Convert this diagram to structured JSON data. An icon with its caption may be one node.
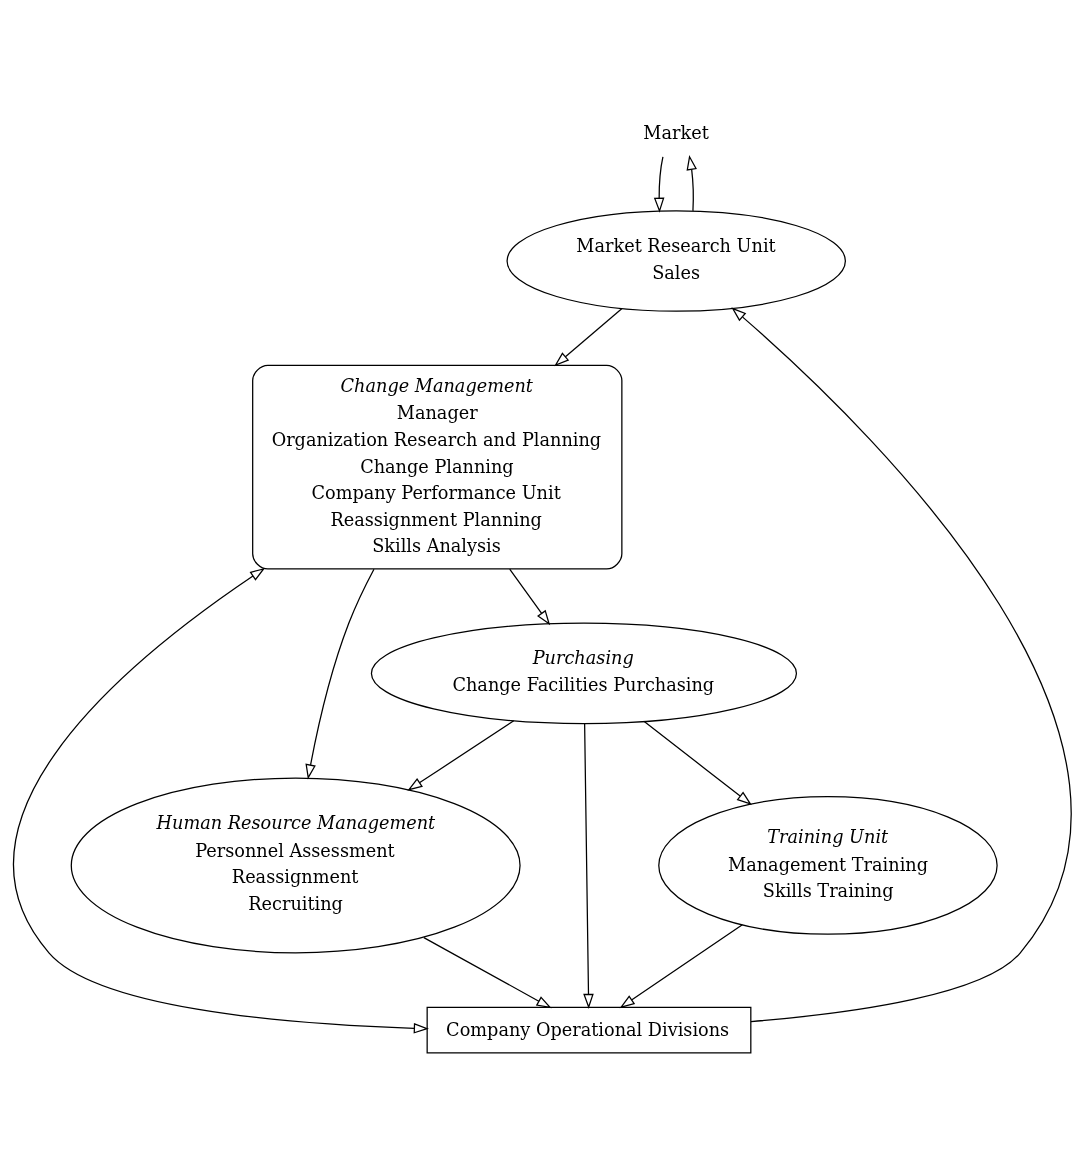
{
  "diagram": {
    "nodes": [
      {
        "text": [
          "Market"
        ]
      },
      {
        "text": [
          "Market Research Unit",
          "Sales"
        ]
      },
      {
        "text": [
          "Change Management",
          "Manager",
          "Organization Research and Planning",
          "Change Planning",
          "Company Performance Unit",
          "Reassignment Planning",
          "Skills Analysis"
        ]
      },
      {
        "text": [
          "Company Operational Divisions"
        ]
      },
      {
        "text": [
          "Human Resource Management",
          "Personnel Assessment",
          "Reassignment",
          "Recruiting"
        ]
      },
      {
        "text": [
          "Purchasing",
          "Change Facilities Purchasing"
        ]
      },
      {
        "text": [
          "Training Unit",
          "Management Training",
          "Skills Training"
        ]
      }
    ],
    "edges": [
      {
        "from": 0,
        "to": 1,
        "arrow": "to"
      },
      {
        "from": 1,
        "to": 0,
        "arrow": "to"
      },
      {
        "from": 3,
        "to": 1,
        "arrow": "to"
      },
      {
        "from": 1,
        "to": 2,
        "arrow": "to"
      },
      {
        "from": 2,
        "to": 3,
        "arrow": "both"
      },
      {
        "from": 2,
        "to": 5,
        "arrow": "to"
      },
      {
        "from": 2,
        "to": 4,
        "arrow": "to"
      },
      {
        "from": 4,
        "to": 3,
        "arrow": "to"
      },
      {
        "from": 5,
        "to": 4,
        "arrow": "to"
      },
      {
        "from": 5,
        "to": 3,
        "arrow": "to"
      },
      {
        "from": 5,
        "to": 6,
        "arrow": "to"
      },
      {
        "from": 6,
        "to": 3,
        "arrow": "to"
      }
    ]
  }
}
